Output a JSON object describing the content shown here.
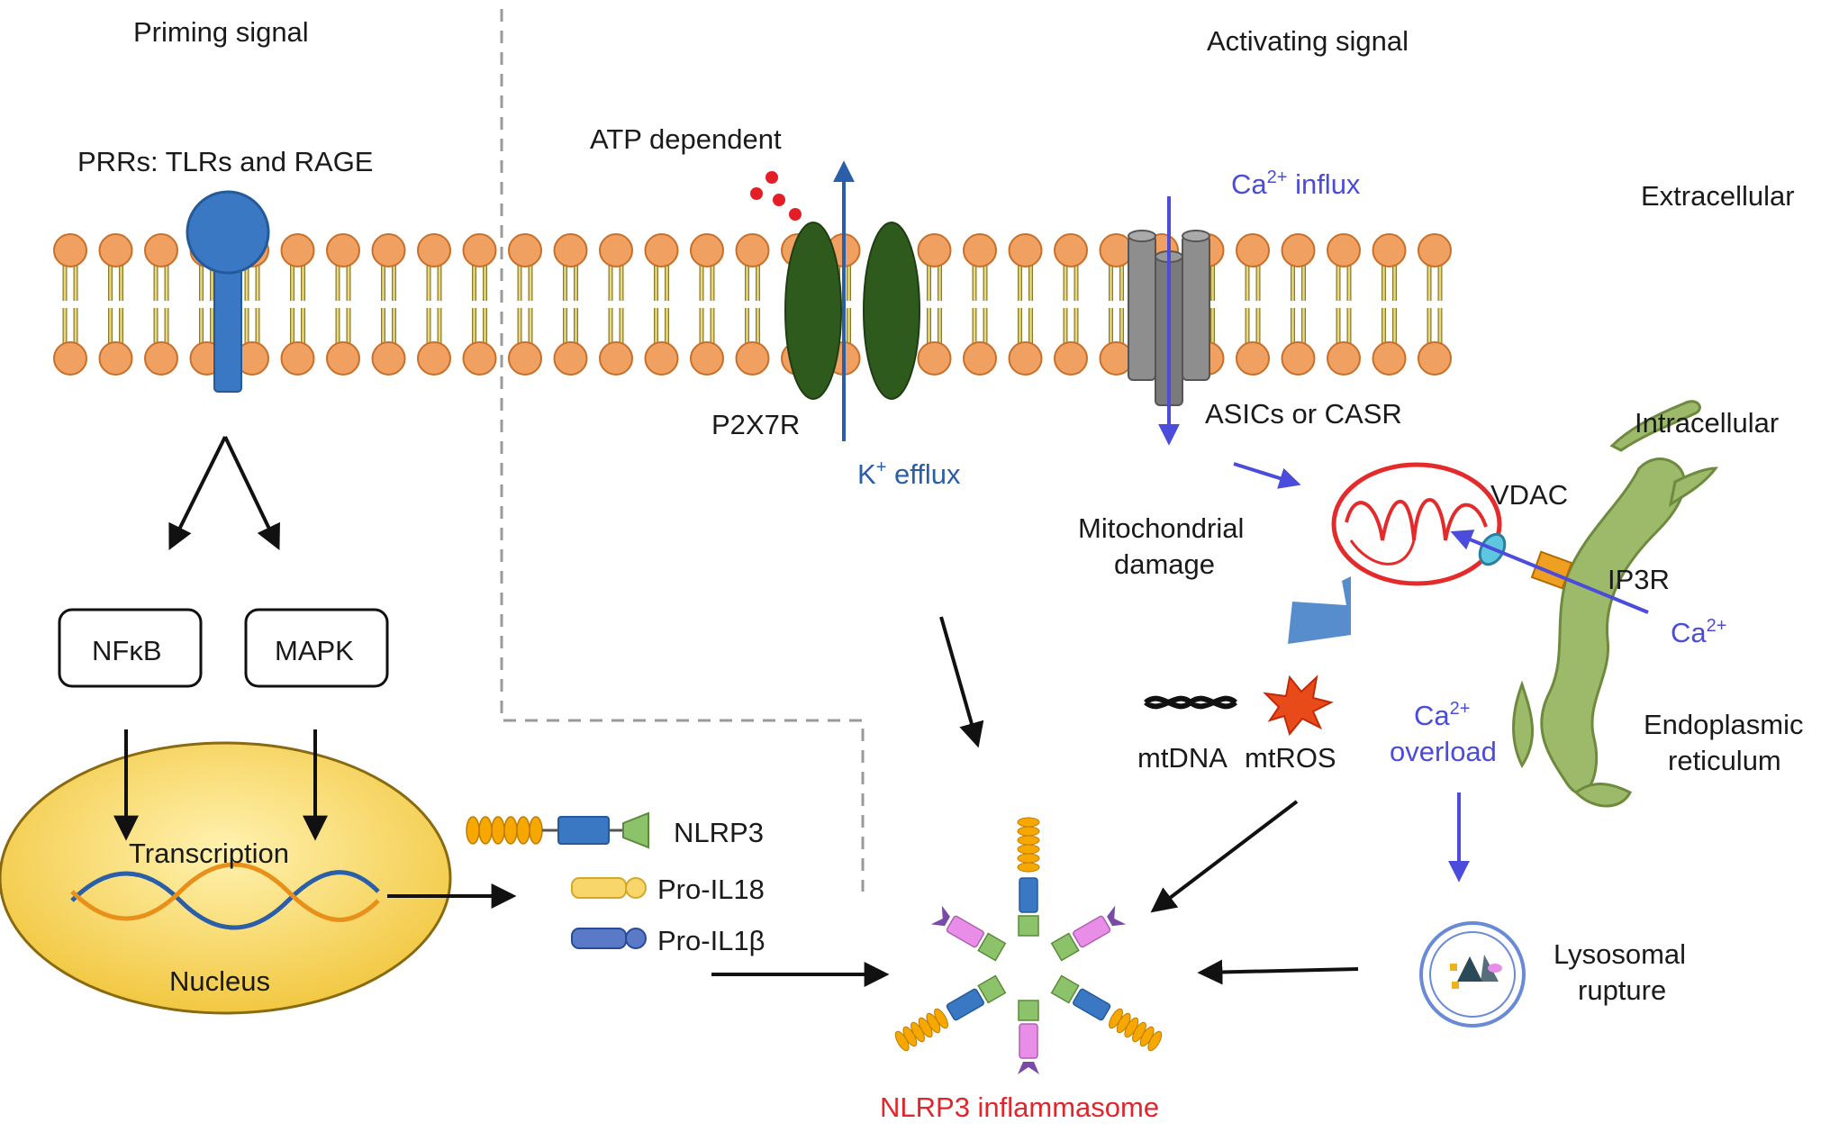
{
  "labels": {
    "priming_signal": "Priming signal",
    "activating_signal": "Activating signal",
    "prrs": "PRRs: TLRs and RAGE",
    "atp_dependent": "ATP dependent",
    "ca_influx_prefix": "Ca",
    "ca_influx_sup": "2+",
    "ca_influx_suffix": " influx",
    "extracellular": "Extracellular",
    "intracellular": "Intracellular",
    "p2x7r": "P2X7R",
    "k_prefix": "K",
    "k_sup": "+",
    "k_suffix": " efflux",
    "asics": "ASICs or CASR",
    "vdac": "VDAC",
    "ip3r": "IP3R",
    "ca_er_prefix": "Ca",
    "ca_er_sup": "2+",
    "mito_damage_1": "Mitochondrial",
    "mito_damage_2": "damage",
    "nfkb": "NFκB",
    "mapk": "MAPK",
    "mtdna": "mtDNA",
    "mtros": "mtROS",
    "ca_overload_prefix": "Ca",
    "ca_overload_sup": "2+",
    "ca_overload_2": "overload",
    "er_1": "Endoplasmic",
    "er_2": "reticulum",
    "transcription": "Transcription",
    "nucleus": "Nucleus",
    "nlrp3": "NLRP3",
    "pro_il18": "Pro-IL18",
    "pro_il1b": "Pro-IL1β",
    "lysosomal_1": "Lysosomal",
    "lysosomal_2": "rupture",
    "inflammasome": "NLRP3 inflammasome"
  },
  "colors": {
    "lipid_head": "#f0a060",
    "lipid_head_stroke": "#c8702a",
    "lipid_tail": "#e8d87a",
    "receptor_blue": "#3a78c4",
    "p2x7r_green": "#2f5a1e",
    "channel_gray": "#8e8e8e",
    "mito_red": "#e42a2a",
    "er_green": "#9cba6a",
    "nucleus_yellow": "#f6d15a",
    "atp_red": "#e41e26",
    "blue_arrow": "#2a5ea8",
    "violet_arrow": "#4b4bdc",
    "dashed_line": "#9a9a9a",
    "nlrp3_orange": "#f6a800",
    "nlrp3_blue": "#3a78c4",
    "nlrp3_green": "#8cc26a",
    "pink": "#e88de8",
    "purple": "#7a4aa8"
  }
}
